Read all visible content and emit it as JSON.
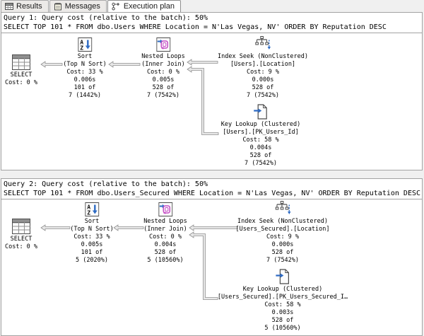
{
  "tab_bar": {
    "tabs": [
      {
        "label": "Results",
        "icon": "results-grid-icon",
        "active": false
      },
      {
        "label": "Messages",
        "icon": "messages-icon",
        "active": false
      },
      {
        "label": "Execution plan",
        "icon": "execution-plan-icon",
        "active": true
      }
    ]
  },
  "query1": {
    "title": "Query 1: Query cost (relative to the batch): 50%",
    "sql": "SELECT TOP 101 * FROM dbo.Users WHERE Location = N'Las Vegas, NV' ORDER BY Reputation DESC",
    "nodes": {
      "select": {
        "lines": [
          "SELECT",
          "Cost: 0 %"
        ]
      },
      "sort": {
        "lines": [
          "Sort",
          "(Top N Sort)",
          "Cost: 33 %",
          "0.006s",
          "101 of",
          "7 (1442%)"
        ]
      },
      "nested_loops": {
        "lines": [
          "Nested Loops",
          "(Inner Join)",
          "Cost: 0 %",
          "0.005s",
          "528 of",
          "7 (7542%)"
        ]
      },
      "index_seek": {
        "lines": [
          "Index Seek (NonClustered)",
          "[Users].[Location]",
          "Cost: 9 %",
          "0.000s",
          "528 of",
          "7 (7542%)"
        ]
      },
      "key_lookup": {
        "lines": [
          "Key Lookup (Clustered)",
          "[Users].[PK_Users_Id]",
          "Cost: 58 %",
          "0.004s",
          "528 of",
          "7 (7542%)"
        ]
      }
    }
  },
  "query2": {
    "title": "Query 2: Query cost (relative to the batch): 50%",
    "sql": "SELECT TOP 101 * FROM dbo.Users_Secured WHERE Location = N'Las Vegas, NV' ORDER BY Reputation DESC",
    "nodes": {
      "select": {
        "lines": [
          "SELECT",
          "Cost: 0 %"
        ]
      },
      "sort": {
        "lines": [
          "Sort",
          "(Top N Sort)",
          "Cost: 33 %",
          "0.005s",
          "101 of",
          "5 (2020%)"
        ]
      },
      "nested_loops": {
        "lines": [
          "Nested Loops",
          "(Inner Join)",
          "Cost: 0 %",
          "0.004s",
          "528 of",
          "5 (10560%)"
        ]
      },
      "index_seek": {
        "lines": [
          "Index Seek (NonClustered)",
          "[Users_Secured].[Location]",
          "Cost: 9 %",
          "0.000s",
          "528 of",
          "7 (7542%)"
        ]
      },
      "key_lookup": {
        "lines": [
          "Key Lookup (Clustered)",
          "[Users_Secured].[PK_Users_Secured_I…",
          "Cost: 58 %",
          "0.003s",
          "528 of",
          "5 (10560%)"
        ]
      }
    }
  },
  "colors": {
    "operator_arrow_blue": "#2e6bc4",
    "nested_loop_magenta": "#c44ac4",
    "edge_fill": "#e8e8e8",
    "edge_stroke": "#909090",
    "pane_background": "#f0f0f0"
  }
}
